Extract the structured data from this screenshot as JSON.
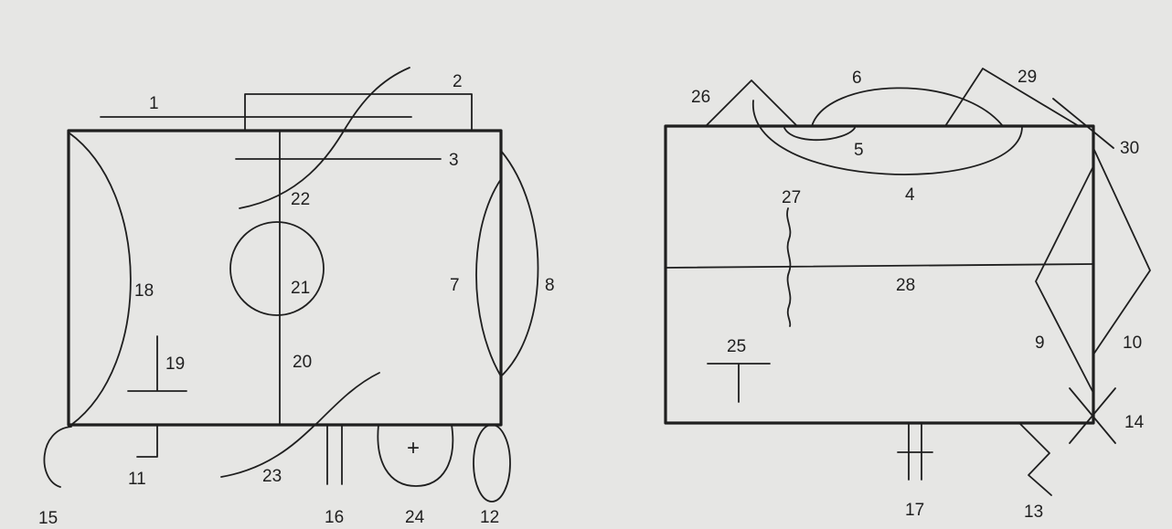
{
  "diagram": {
    "left_panel": {
      "labels": {
        "l1": "1",
        "l2": "2",
        "l3": "3",
        "l7": "7",
        "l8": "8",
        "l11": "11",
        "l12": "12",
        "l15": "15",
        "l16": "16",
        "l18": "18",
        "l19": "19",
        "l20": "20",
        "l21": "21",
        "l22": "22",
        "l23": "23",
        "l24": "24"
      },
      "plus_symbol": "+"
    },
    "right_panel": {
      "labels": {
        "l4": "4",
        "l5": "5",
        "l6": "6",
        "l9": "9",
        "l10": "10",
        "l13": "13",
        "l14": "14",
        "l17": "17",
        "l25": "25",
        "l26": "26",
        "l27": "27",
        "l28": "28",
        "l29": "29",
        "l30": "30"
      }
    }
  },
  "colors": {
    "ink": "#1f1f1f",
    "paper": "#e6e6e4"
  }
}
